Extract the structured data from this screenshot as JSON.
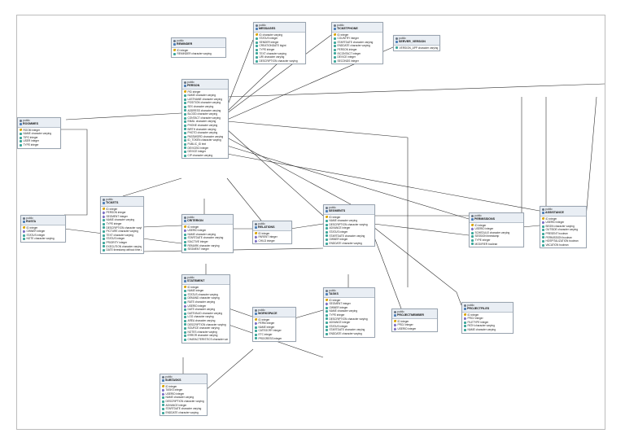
{
  "tables": [
    {
      "id": "t_messages",
      "schema": "public",
      "name": "MESSAGES",
      "columns": [
        {
          "icon": "key",
          "text": "ID character varying"
        },
        {
          "icon": "col",
          "text": "STATUS integer"
        },
        {
          "icon": "col",
          "text": "SENDER integer"
        },
        {
          "icon": "col",
          "text": "CREATIONDATE bigint"
        },
        {
          "icon": "col",
          "text": "TYPE integer"
        },
        {
          "icon": "col",
          "text": "TEXT character varying"
        },
        {
          "icon": "col",
          "text": "URI character varying"
        },
        {
          "icon": "col",
          "text": "DESCRIPTION character varying"
        }
      ]
    },
    {
      "id": "t_ticketphone",
      "schema": "public",
      "name": "TICKETPHONE",
      "columns": [
        {
          "icon": "key",
          "text": "ID integer"
        },
        {
          "icon": "col",
          "text": "COUNTRY integer"
        },
        {
          "icon": "col",
          "text": "STARTDATE character varying"
        },
        {
          "icon": "col",
          "text": "ENDDATE character varying"
        },
        {
          "icon": "col",
          "text": "PERSON integer"
        },
        {
          "icon": "col",
          "text": "ISCONTACT integer"
        },
        {
          "icon": "col",
          "text": "DEVICE integer"
        },
        {
          "icon": "col",
          "text": "SECONDS integer"
        }
      ]
    },
    {
      "id": "t_server",
      "schema": "public",
      "name": "SERVER_VERSION",
      "columns": [
        {
          "icon": "col",
          "text": "VERSION_APP character varying"
        }
      ]
    },
    {
      "id": "t_reminder",
      "schema": "public",
      "name": "REMINDER",
      "columns": [
        {
          "icon": "key",
          "text": "ID integer"
        },
        {
          "icon": "col",
          "text": "REMINDER character varying"
        }
      ]
    },
    {
      "id": "t_person",
      "schema": "public",
      "name": "PERSON",
      "columns": [
        {
          "icon": "key",
          "text": "PID integer"
        },
        {
          "icon": "col",
          "text": "NAME character varying"
        },
        {
          "icon": "col",
          "text": "LASTNAME character varying"
        },
        {
          "icon": "col",
          "text": "POSITION character varying"
        },
        {
          "icon": "col",
          "text": "SEX character varying"
        },
        {
          "icon": "col",
          "text": "ADDRESS character varying"
        },
        {
          "icon": "col",
          "text": "BLOOD character varying"
        },
        {
          "icon": "col",
          "text": "CONTACT character varying"
        },
        {
          "icon": "col",
          "text": "EMAIL character varying"
        },
        {
          "icon": "col",
          "text": "PHONE character varying"
        },
        {
          "icon": "col",
          "text": "BIRTH character varying"
        },
        {
          "icon": "col",
          "text": "PHOTO character varying"
        },
        {
          "icon": "col",
          "text": "PASSWORD character varying"
        },
        {
          "icon": "col",
          "text": "ID_TOKEN character varying"
        },
        {
          "icon": "col",
          "text": "PUBLIC_ID text"
        },
        {
          "icon": "col",
          "text": "DEVICEID integer"
        },
        {
          "icon": "col",
          "text": "DEVICE integer"
        },
        {
          "icon": "col",
          "text": "CIP character varying"
        }
      ]
    },
    {
      "id": "t_roommes",
      "schema": "public",
      "name": "ROOMMES",
      "columns": [
        {
          "icon": "key",
          "text": "ROOM integer"
        },
        {
          "icon": "col",
          "text": "NAME character varying"
        },
        {
          "icon": "col",
          "text": "TIPO integer"
        },
        {
          "icon": "col",
          "text": "USER integer"
        },
        {
          "icon": "col",
          "text": "TYPE integer"
        }
      ]
    },
    {
      "id": "t_rusta",
      "schema": "public",
      "name": "RUSTA",
      "columns": [
        {
          "icon": "key",
          "text": "ID integer"
        },
        {
          "icon": "fk",
          "text": "OWNER integer"
        },
        {
          "icon": "col",
          "text": "STATUS integer"
        },
        {
          "icon": "col",
          "text": "NOTE character varying"
        }
      ]
    },
    {
      "id": "t_tickets",
      "schema": "public",
      "name": "TICKETS",
      "columns": [
        {
          "icon": "key",
          "text": "ID integer"
        },
        {
          "icon": "fk",
          "text": "PERSON integer"
        },
        {
          "icon": "fk",
          "text": "SEGMENT integer"
        },
        {
          "icon": "col",
          "text": "NAME character varying"
        },
        {
          "icon": "col",
          "text": "TYPE integer"
        },
        {
          "icon": "col",
          "text": "DESCRIPTION character varying"
        },
        {
          "icon": "col",
          "text": "PICTURE character varying"
        },
        {
          "icon": "col",
          "text": "TEXT character varying"
        },
        {
          "icon": "col",
          "text": "STATUS integer"
        },
        {
          "icon": "col",
          "text": "PRIORITY integer"
        },
        {
          "icon": "col",
          "text": "EXECUTION character varying"
        },
        {
          "icon": "col",
          "text": "DATE timestamp without time zone"
        }
      ]
    },
    {
      "id": "t_criterion",
      "schema": "public",
      "name": "CRITERION",
      "columns": [
        {
          "icon": "key",
          "text": "ID integer"
        },
        {
          "icon": "fk",
          "text": "USERID integer"
        },
        {
          "icon": "col",
          "text": "NAME character varying"
        },
        {
          "icon": "col",
          "text": "STARTDATE character varying"
        },
        {
          "icon": "col",
          "text": "ISACTIVE integer"
        },
        {
          "icon": "col",
          "text": "REMARK character varying"
        },
        {
          "icon": "col",
          "text": "SEGMENT integer"
        }
      ]
    },
    {
      "id": "t_relations",
      "schema": "public",
      "name": "RELATIONS",
      "columns": [
        {
          "icon": "key",
          "text": "ID integer"
        },
        {
          "icon": "fk",
          "text": "PARENT integer"
        },
        {
          "icon": "fk",
          "text": "CHILD integer"
        }
      ]
    },
    {
      "id": "t_segments",
      "schema": "public",
      "name": "SEGMENTS",
      "columns": [
        {
          "icon": "key",
          "text": "ID integer"
        },
        {
          "icon": "col",
          "text": "NAME character varying"
        },
        {
          "icon": "col",
          "text": "DESCRIPTION character varying"
        },
        {
          "icon": "col",
          "text": "ADVANCE integer"
        },
        {
          "icon": "col",
          "text": "STATUS integer"
        },
        {
          "icon": "col",
          "text": "STARTDATE character varying"
        },
        {
          "icon": "col",
          "text": "OWNER integer"
        },
        {
          "icon": "col",
          "text": "ENDDATE character varying"
        }
      ]
    },
    {
      "id": "t_permissions",
      "schema": "public",
      "name": "PERMISSIONS",
      "columns": [
        {
          "icon": "key",
          "text": "ID integer"
        },
        {
          "icon": "fk",
          "text": "USERID integer"
        },
        {
          "icon": "col",
          "text": "SCHEDULE character varying"
        },
        {
          "icon": "col",
          "text": "SESSION timestamp"
        },
        {
          "icon": "col",
          "text": "TYPE integer"
        },
        {
          "icon": "col",
          "text": "MODIFIER boolean"
        }
      ]
    },
    {
      "id": "t_assistance",
      "schema": "public",
      "name": "ASSISTANCE",
      "columns": [
        {
          "icon": "key",
          "text": "ID integer"
        },
        {
          "icon": "fk",
          "text": "USERID integer"
        },
        {
          "icon": "col",
          "text": "BEGIN character varying"
        },
        {
          "icon": "col",
          "text": "OUTSIDE character varying"
        },
        {
          "icon": "col",
          "text": "PRESENT boolean"
        },
        {
          "icon": "col",
          "text": "PERMISSION boolean"
        },
        {
          "icon": "col",
          "text": "HOSPITALIZATION boolean"
        },
        {
          "icon": "col",
          "text": "VACATION boolean"
        }
      ]
    },
    {
      "id": "t_statement",
      "schema": "public",
      "name": "STATEMENT",
      "columns": [
        {
          "icon": "key",
          "text": "ID integer"
        },
        {
          "icon": "col",
          "text": "NAME integer"
        },
        {
          "icon": "col",
          "text": "STATUS character varying"
        },
        {
          "icon": "col",
          "text": "DEMAND character varying"
        },
        {
          "icon": "col",
          "text": "RATE character varying"
        },
        {
          "icon": "fk",
          "text": "USERID integer"
        },
        {
          "icon": "col",
          "text": "DATE character varying"
        },
        {
          "icon": "col",
          "text": "DATEVALID character varying"
        },
        {
          "icon": "col",
          "text": "LOG character varying"
        },
        {
          "icon": "col",
          "text": "AREA character varying"
        },
        {
          "icon": "col",
          "text": "DESCRIPTION character varying"
        },
        {
          "icon": "col",
          "text": "SOURCE character varying"
        },
        {
          "icon": "col",
          "text": "NOTES character varying"
        },
        {
          "icon": "col",
          "text": "ERROR character varying"
        },
        {
          "icon": "col",
          "text": "CHARACTERISTICS character varying"
        }
      ]
    },
    {
      "id": "t_workspace",
      "schema": "public",
      "name": "WORKSPACE",
      "columns": [
        {
          "icon": "key",
          "text": "ID integer"
        },
        {
          "icon": "fk",
          "text": "PERM integer"
        },
        {
          "icon": "col",
          "text": "NAME integer"
        },
        {
          "icon": "col",
          "text": "CATEGORY integer"
        },
        {
          "icon": "col",
          "text": "ETC integer"
        },
        {
          "icon": "col",
          "text": "PROGRESS integer"
        }
      ]
    },
    {
      "id": "t_tasks",
      "schema": "public",
      "name": "TASKS",
      "columns": [
        {
          "icon": "key",
          "text": "ID integer"
        },
        {
          "icon": "fk",
          "text": "SEGMENT integer"
        },
        {
          "icon": "col",
          "text": "OWNER integer"
        },
        {
          "icon": "col",
          "text": "NAME character varying"
        },
        {
          "icon": "col",
          "text": "TYPE integer"
        },
        {
          "icon": "col",
          "text": "DESCRIPTION character varying"
        },
        {
          "icon": "col",
          "text": "ADVANCE integer"
        },
        {
          "icon": "col",
          "text": "STATUS integer"
        },
        {
          "icon": "col",
          "text": "STARTDATE character varying"
        },
        {
          "icon": "col",
          "text": "ENDDATE character varying"
        }
      ]
    },
    {
      "id": "t_projectmember",
      "schema": "public",
      "name": "PROJECTMEMBER",
      "columns": [
        {
          "icon": "key",
          "text": "ID integer"
        },
        {
          "icon": "fk",
          "text": "PROJ integer"
        },
        {
          "icon": "fk",
          "text": "USERID integer"
        }
      ]
    },
    {
      "id": "t_projectfiles",
      "schema": "public",
      "name": "PROJECTFILES",
      "columns": [
        {
          "icon": "key",
          "text": "ID integer"
        },
        {
          "icon": "fk",
          "text": "PROJ integer"
        },
        {
          "icon": "col",
          "text": "FILETYPE integer"
        },
        {
          "icon": "col",
          "text": "PATH character varying"
        },
        {
          "icon": "col",
          "text": "NAME character varying"
        }
      ]
    },
    {
      "id": "t_subtasks",
      "schema": "public",
      "name": "SUBTASKS",
      "columns": [
        {
          "icon": "key",
          "text": "ID integer"
        },
        {
          "icon": "fk",
          "text": "TASKS integer"
        },
        {
          "icon": "fk",
          "text": "USERID integer"
        },
        {
          "icon": "col",
          "text": "NAME character varying"
        },
        {
          "icon": "col",
          "text": "DESCRIPTION character varying"
        },
        {
          "icon": "col",
          "text": "ADVANCE integer"
        },
        {
          "icon": "col",
          "text": "STARTDATE character varying"
        },
        {
          "icon": "col",
          "text": "ENDDATE character varying"
        }
      ]
    }
  ],
  "colors": {
    "header": "#e9eef4",
    "border": "#9aa5b1",
    "edge": "#333333"
  }
}
